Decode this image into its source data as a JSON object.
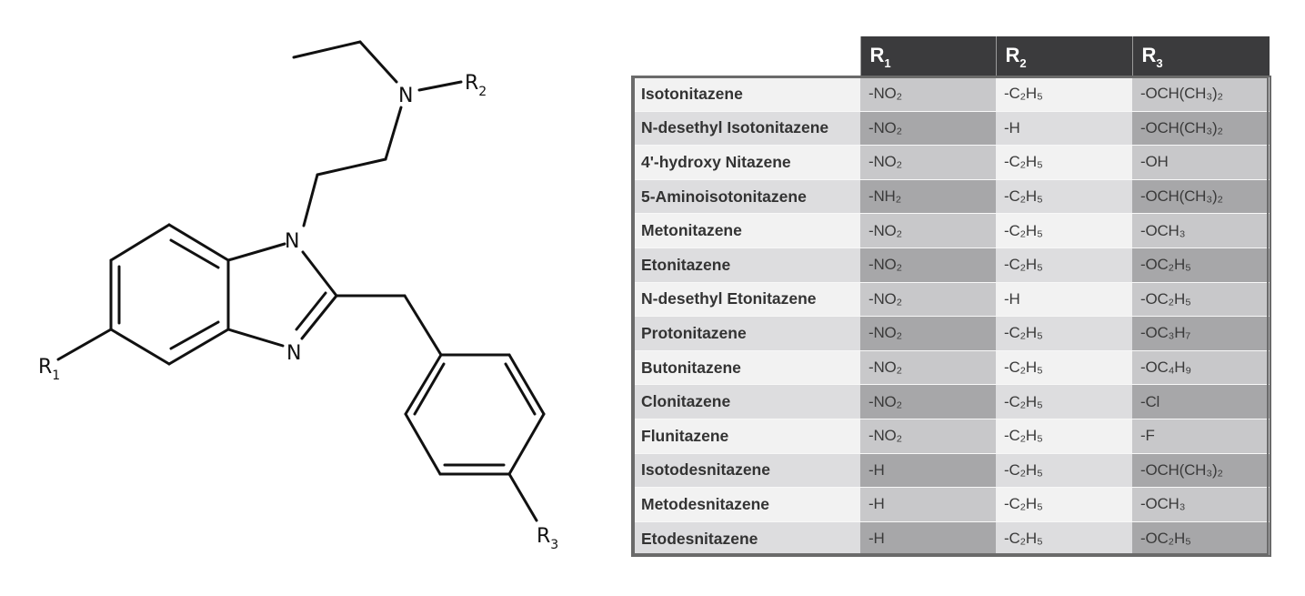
{
  "structure": {
    "labels": {
      "n_amine": "N",
      "n1": "N",
      "n3": "N",
      "r1": "R",
      "r1_sub": "1",
      "r2": "R",
      "r2_sub": "2",
      "r3": "R",
      "r3_sub": "3"
    }
  },
  "table": {
    "headers": [
      {
        "base": "R",
        "sub": "1"
      },
      {
        "base": "R",
        "sub": "2"
      },
      {
        "base": "R",
        "sub": "3"
      }
    ],
    "rows": [
      {
        "name": "Isotonitazene",
        "r1": "-NO₂",
        "r2": "-C₂H₅",
        "r3": "-OCH(CH₃)₂",
        "r1_shade": "light",
        "r3_shade": "light",
        "stripe": "odd"
      },
      {
        "name": "N-desethyl Isotonitazene",
        "r1": "-NO₂",
        "r2": "-H",
        "r3": "-OCH(CH₃)₂",
        "r1_shade": "dark",
        "r3_shade": "dark",
        "stripe": "even"
      },
      {
        "name": "4'-hydroxy Nitazene",
        "r1": "-NO₂",
        "r2": "-C₂H₅",
        "r3": "-OH",
        "r1_shade": "light",
        "r3_shade": "light",
        "stripe": "odd"
      },
      {
        "name": "5-Aminoisotonitazene",
        "r1": "-NH₂",
        "r2": "-C₂H₅",
        "r3": "-OCH(CH₃)₂",
        "r1_shade": "dark",
        "r3_shade": "dark",
        "stripe": "even"
      },
      {
        "name": "Metonitazene",
        "r1": "-NO₂",
        "r2": "-C₂H₅",
        "r3": "-OCH₃",
        "r1_shade": "light",
        "r3_shade": "light",
        "stripe": "odd"
      },
      {
        "name": "Etonitazene",
        "r1": "-NO₂",
        "r2": "-C₂H₅",
        "r3": "-OC₂H₅",
        "r1_shade": "dark",
        "r3_shade": "dark",
        "stripe": "even"
      },
      {
        "name": "N-desethyl Etonitazene",
        "r1": "-NO₂",
        "r2": "-H",
        "r3": "-OC₂H₅",
        "r1_shade": "light",
        "r3_shade": "light",
        "stripe": "odd"
      },
      {
        "name": "Protonitazene",
        "r1": "-NO₂",
        "r2": "-C₂H₅",
        "r3": "-OC₃H₇",
        "r1_shade": "dark",
        "r3_shade": "dark",
        "stripe": "even"
      },
      {
        "name": "Butonitazene",
        "r1": "-NO₂",
        "r2": "-C₂H₅",
        "r3": "-OC₄H₉",
        "r1_shade": "light",
        "r3_shade": "light",
        "stripe": "odd"
      },
      {
        "name": "Clonitazene",
        "r1": "-NO₂",
        "r2": "-C₂H₅",
        "r3": "-Cl",
        "r1_shade": "dark",
        "r3_shade": "dark",
        "stripe": "even"
      },
      {
        "name": "Flunitazene",
        "r1": "-NO₂",
        "r2": "-C₂H₅",
        "r3": "-F",
        "r1_shade": "light",
        "r3_shade": "light",
        "stripe": "odd"
      },
      {
        "name": "Isotodesnitazene",
        "r1": "-H",
        "r2": "-C₂H₅",
        "r3": "-OCH(CH₃)₂",
        "r1_shade": "dark",
        "r3_shade": "dark",
        "stripe": "even"
      },
      {
        "name": "Metodesnitazene",
        "r1": "-H",
        "r2": "-C₂H₅",
        "r3": "-OCH₃",
        "r1_shade": "light",
        "r3_shade": "light",
        "stripe": "odd"
      },
      {
        "name": "Etodesnitazene",
        "r1": "-H",
        "r2": "-C₂H₅",
        "r3": "-OC₂H₅",
        "r1_shade": "dark",
        "r3_shade": "dark",
        "stripe": "even"
      }
    ]
  },
  "colors": {
    "header_bg": "#3b3b3d",
    "header_text": "#ffffff",
    "row_odd": "#f2f2f2",
    "row_even": "#dddddf",
    "cell_light": "#c8c8ca",
    "cell_dark": "#a7a7a9",
    "border": "#6b6b6b"
  }
}
